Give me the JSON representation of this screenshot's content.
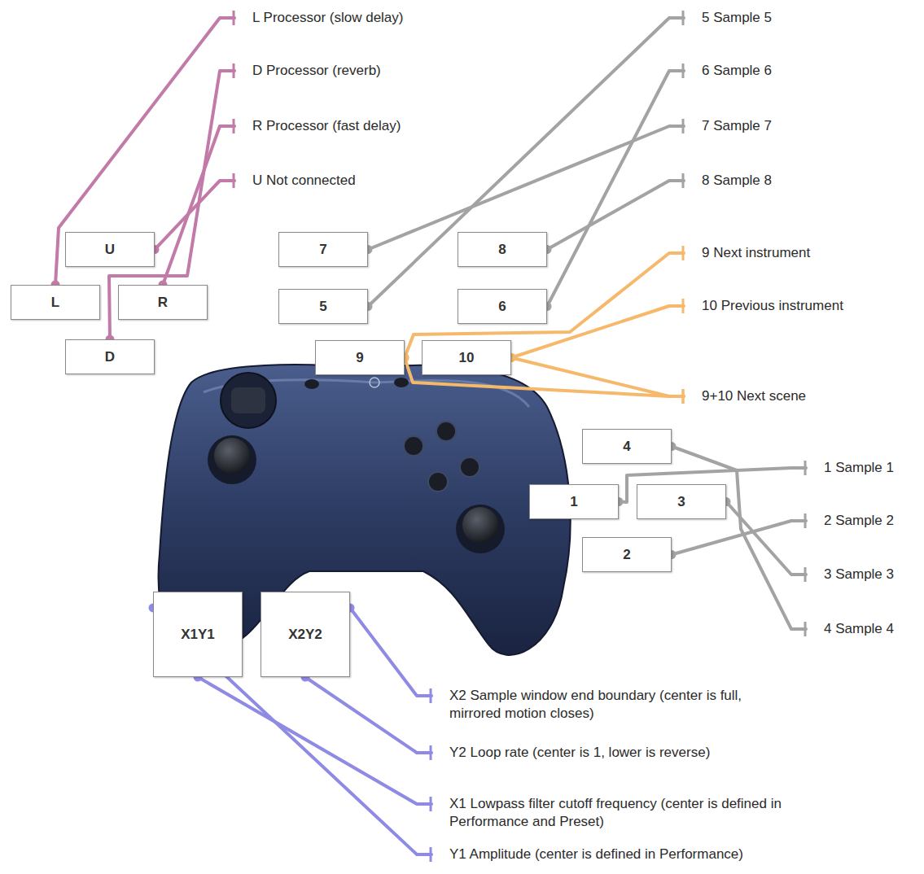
{
  "diagram": {
    "nodes": [
      {
        "text": [
          "L Processor (slow delay)"
        ]
      },
      {
        "text": [
          "D Processor (reverb)"
        ]
      },
      {
        "text": [
          "R Processor (fast delay)"
        ]
      },
      {
        "text": [
          "U Not connected"
        ]
      },
      {
        "text": [
          "5 Sample 5"
        ]
      },
      {
        "text": [
          "6 Sample 6"
        ]
      },
      {
        "text": [
          "7 Sample 7"
        ]
      },
      {
        "text": [
          "8 Sample 8"
        ]
      },
      {
        "text": [
          "U"
        ]
      },
      {
        "text": [
          "7"
        ]
      },
      {
        "text": [
          "8"
        ]
      },
      {
        "text": [
          "9 Next instrument"
        ]
      },
      {
        "text": [
          "L"
        ]
      },
      {
        "text": [
          "R"
        ]
      },
      {
        "text": [
          "5"
        ]
      },
      {
        "text": [
          "6"
        ]
      },
      {
        "text": [
          "10 Previous instrument"
        ]
      },
      {
        "text": [
          "D"
        ]
      },
      {
        "text": [
          "9"
        ]
      },
      {
        "text": [
          "10"
        ]
      },
      {
        "text": [
          "9+10 Next scene"
        ]
      },
      {
        "text": [
          "4"
        ]
      },
      {
        "text": [
          "1 Sample 1"
        ]
      },
      {
        "text": [
          "1"
        ]
      },
      {
        "text": [
          "3"
        ]
      },
      {
        "text": [
          "2 Sample 2"
        ]
      },
      {
        "text": [
          "2"
        ]
      },
      {
        "text": [
          "3 Sample 3"
        ]
      },
      {
        "text": [
          "4 Sample 4"
        ]
      },
      {
        "text": [
          "X1Y1"
        ]
      },
      {
        "text": [
          "X2Y2"
        ]
      },
      {
        "text": [
          "X2 Sample window end boundary (center is full, mirrored motion closes)"
        ]
      },
      {
        "text": [
          "Y2 Loop rate (center is 1, lower is reverse)"
        ]
      },
      {
        "text": [
          "X1 Lowpass filter cutoff frequency (center is defined in Performance and Preset)"
        ]
      },
      {
        "text": [
          "Y1 Amplitude (center is defined in Performance)"
        ]
      }
    ],
    "edges": [
      {
        "from": 12,
        "to": 0,
        "arrow": "none"
      },
      {
        "from": 17,
        "to": 1,
        "arrow": "none"
      },
      {
        "from": 13,
        "to": 2,
        "arrow": "none"
      },
      {
        "from": 8,
        "to": 3,
        "arrow": "none"
      },
      {
        "from": 14,
        "to": 4,
        "arrow": "none"
      },
      {
        "from": 15,
        "to": 5,
        "arrow": "none"
      },
      {
        "from": 9,
        "to": 6,
        "arrow": "none"
      },
      {
        "from": 10,
        "to": 7,
        "arrow": "none"
      },
      {
        "from": 18,
        "to": 11,
        "arrow": "none"
      },
      {
        "from": 19,
        "to": 16,
        "arrow": "none"
      },
      {
        "from": 18,
        "to": 20,
        "arrow": "none"
      },
      {
        "from": 19,
        "to": 20,
        "arrow": "none"
      },
      {
        "from": 23,
        "to": 22,
        "arrow": "none"
      },
      {
        "from": 26,
        "to": 25,
        "arrow": "none"
      },
      {
        "from": 24,
        "to": 27,
        "arrow": "none"
      },
      {
        "from": 21,
        "to": 28,
        "arrow": "none"
      },
      {
        "from": 30,
        "to": 31,
        "arrow": "none"
      },
      {
        "from": 30,
        "to": 32,
        "arrow": "none"
      },
      {
        "from": 29,
        "to": 33,
        "arrow": "none"
      },
      {
        "from": 29,
        "to": 34,
        "arrow": "none"
      }
    ]
  }
}
